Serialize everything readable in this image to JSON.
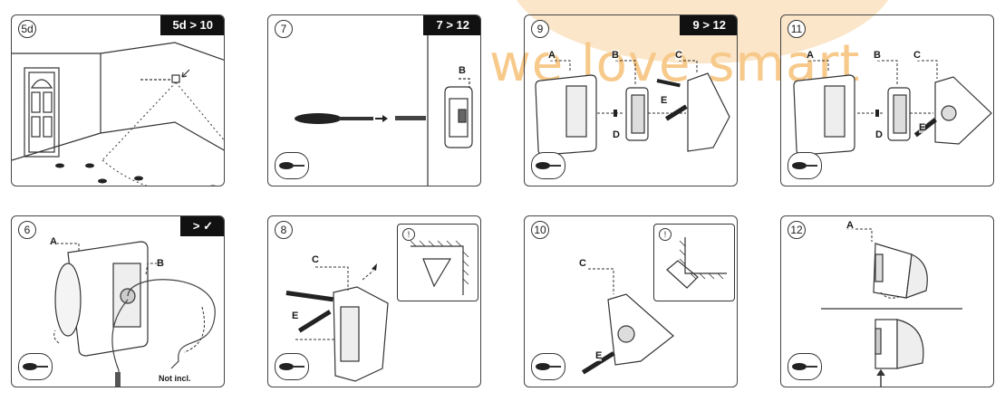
{
  "watermark": "we love smart",
  "panels": [
    {
      "step": "5d",
      "tag": "5d > 10"
    },
    {
      "step": "7",
      "tag": "7 > 12",
      "labels": [
        "B"
      ]
    },
    {
      "step": "9",
      "tag": "9 > 12",
      "labels": [
        "A",
        "B",
        "C",
        "D",
        "E"
      ]
    },
    {
      "step": "11",
      "labels": [
        "A",
        "B",
        "C",
        "D",
        "E"
      ]
    },
    {
      "step": "6",
      "tag": "> ✓",
      "labels": [
        "A",
        "B"
      ],
      "note": "Not incl."
    },
    {
      "step": "8",
      "labels": [
        "C",
        "E"
      ],
      "inset_mark": "!"
    },
    {
      "step": "10",
      "labels": [
        "C",
        "E"
      ],
      "inset_mark": "!"
    },
    {
      "step": "12",
      "labels": [
        "A"
      ]
    }
  ],
  "icons": {
    "tool": "screwdriver-icon",
    "info": "info-icon"
  }
}
